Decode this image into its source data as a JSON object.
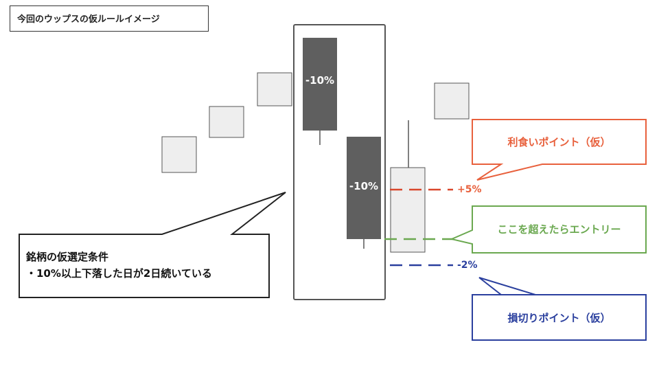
{
  "title": "今回のウップスの仮ルールイメージ",
  "condition": {
    "line1": "銘柄の仮選定条件",
    "line2": "・10%以上下落した日が2日続いている"
  },
  "candles": {
    "drop1_label": "-10%",
    "drop2_label": "-10%"
  },
  "callouts": {
    "take_profit": "利食いポイント（仮）",
    "entry": "ここを超えたらエントリー",
    "stop_loss": "損切りポイント（仮）"
  },
  "levels": {
    "take_profit_label": "+5%",
    "stop_loss_label": "-2%"
  },
  "colors": {
    "take_profit": "#e8603c",
    "entry": "#6aa84f",
    "stop_loss": "#2a3f9e",
    "dark_candle": "#5f5f5f",
    "light_candle": "#eeeeee",
    "outline": "#555555"
  }
}
